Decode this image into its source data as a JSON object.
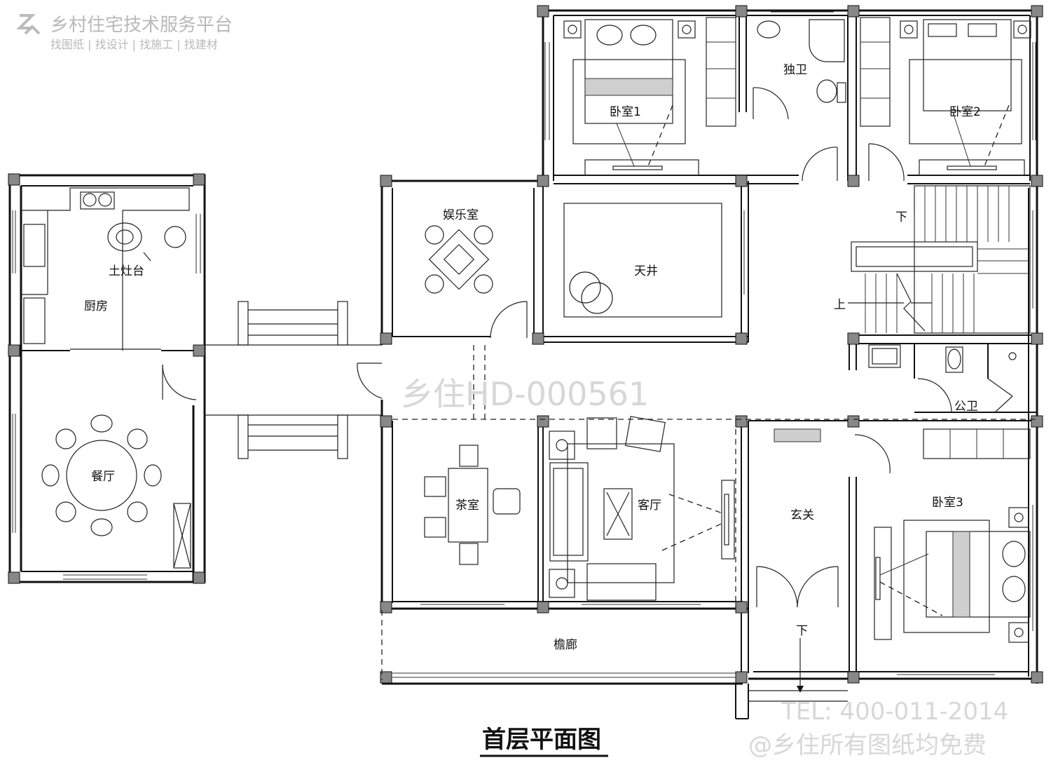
{
  "brand": {
    "name": "乡村住宅技术服务平台",
    "slogan": "找图纸 | 找设计 | 找施工 | 找建材"
  },
  "watermark": {
    "code": "乡住HD-000561",
    "tel": "TEL: 400-011-2014",
    "free": "@乡住所有图纸均免费"
  },
  "rooms": {
    "kitchen": "厨房",
    "stove": "土灶台",
    "dining": "餐厅",
    "entertainment": "娱乐室",
    "courtyard": "天井",
    "bedroom1": "卧室1",
    "bathroom": "独卫",
    "bedroom2": "卧室2",
    "public_toilet": "公卫",
    "tea_room": "茶室",
    "living_room": "客厅",
    "foyer": "玄关",
    "bedroom3": "卧室3",
    "veranda": "檐廊"
  },
  "stairs": {
    "down_top": "下",
    "up": "上",
    "down_entry": "下"
  },
  "drawing_title": "首层平面图"
}
